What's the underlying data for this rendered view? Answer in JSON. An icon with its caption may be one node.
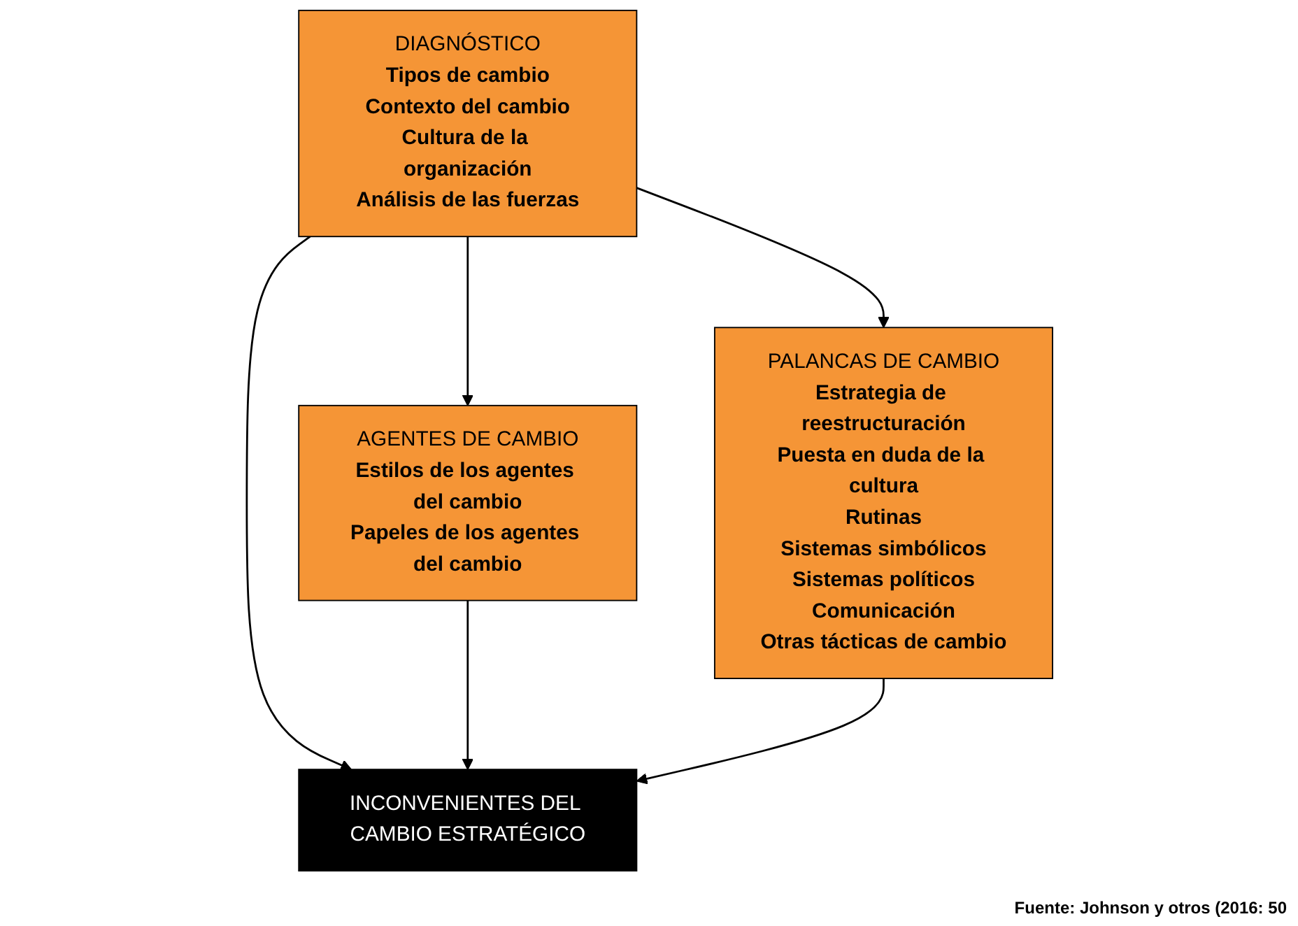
{
  "diagram": {
    "caption": "Fuente: Johnson y otros (2016: 50",
    "nodes": [
      {
        "text": [
          "DIAGNÓSTICO",
          "Tipos de cambio",
          "Contexto del cambio",
          "Cultura de la organización",
          "Análisis de las fuerzas"
        ]
      },
      {
        "text": [
          "AGENTES DE CAMBIO",
          "Estilos de los agentes del cambio",
          "Papeles de los agentes del cambio"
        ]
      },
      {
        "text": [
          "PALANCAS DE CAMBIO",
          "Estrategia de reestructuración",
          "Puesta en duda de la cultura",
          "Rutinas",
          "Sistemas simbólicos",
          "Sistemas políticos",
          "Comunicación",
          "Otras tácticas de cambio"
        ]
      },
      {
        "text": [
          "INCONVENIENTES DEL CAMBIO ESTRATÉGICO"
        ]
      }
    ],
    "edges": [
      {
        "from": 0,
        "to": 1,
        "arrow": "to"
      },
      {
        "from": 0,
        "to": 3,
        "arrow": "to"
      },
      {
        "from": 0,
        "to": 2,
        "arrow": "to"
      },
      {
        "from": 1,
        "to": 3,
        "arrow": "to"
      },
      {
        "from": 2,
        "to": 3,
        "arrow": "to"
      }
    ]
  }
}
